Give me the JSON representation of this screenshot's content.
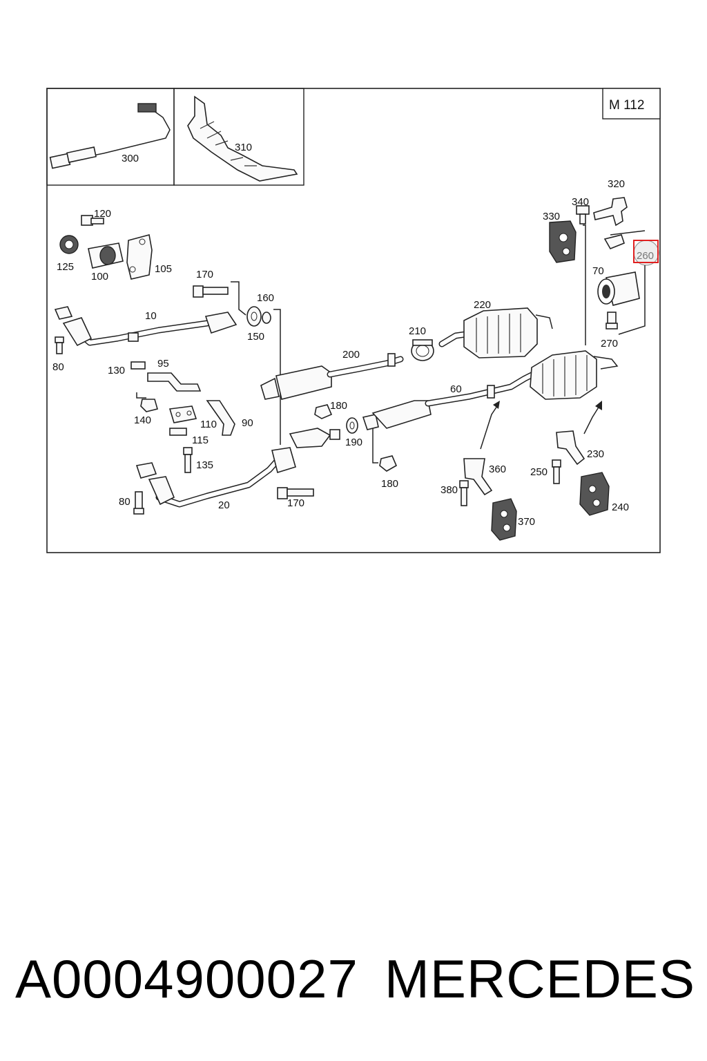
{
  "diagram": {
    "model": "M 112",
    "highlighted_part": "260",
    "labels": {
      "p300": "300",
      "p310": "310",
      "p320": "320",
      "p340": "340",
      "p330": "330",
      "p260": "260",
      "p70": "70",
      "p270": "270",
      "p120": "120",
      "p125": "125",
      "p100": "100",
      "p105": "105",
      "p170a": "170",
      "p160": "160",
      "p150": "150",
      "p10": "10",
      "p80a": "80",
      "p220": "220",
      "p210": "210",
      "p200": "200",
      "p130": "130",
      "p95": "95",
      "p140": "140",
      "p110": "110",
      "p90": "90",
      "p115": "115",
      "p180a": "180",
      "p60": "60",
      "p190": "190",
      "p135": "135",
      "p80b": "80",
      "p20": "20",
      "p170b": "170",
      "p180b": "180",
      "p360": "360",
      "p230": "230",
      "p250": "250",
      "p380": "380",
      "p370": "370",
      "p240": "240"
    }
  },
  "footer": {
    "part_number": "A0004900027",
    "brand": "MERCEDES"
  }
}
